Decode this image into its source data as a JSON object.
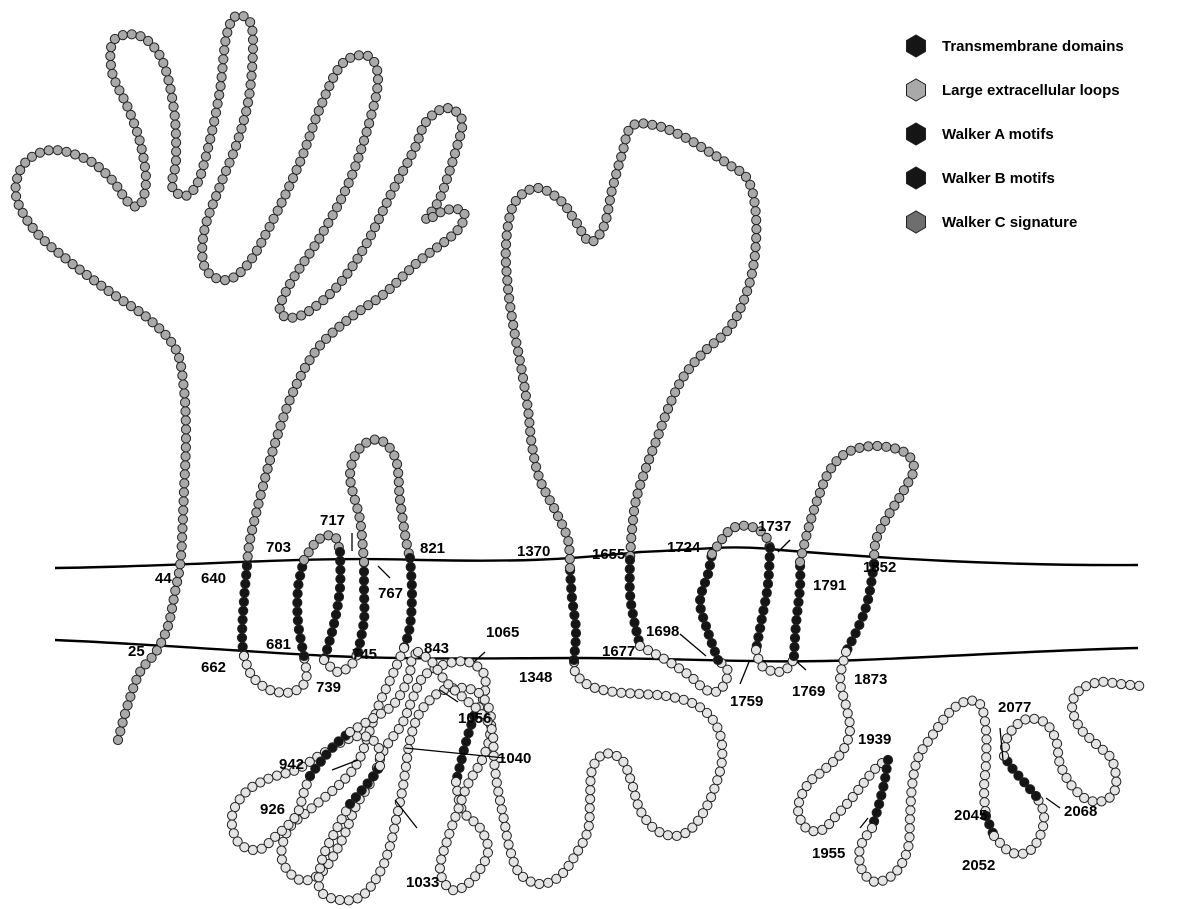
{
  "legend": [
    {
      "label": "Transmembrane domains",
      "color": "#151515",
      "icon": "hexagon-icon"
    },
    {
      "label": "Large extracellular loops",
      "color": "#a9a9a9",
      "icon": "hexagon-icon"
    },
    {
      "label": "Walker A motifs",
      "color": "#151515",
      "icon": "hexagon-icon"
    },
    {
      "label": "Walker B motifs",
      "color": "#151515",
      "icon": "hexagon-icon"
    },
    {
      "label": "Walker C signature",
      "color": "#6e6e6e",
      "icon": "hexagon-icon"
    }
  ],
  "residue_labels": [
    "25",
    "44",
    "640",
    "662",
    "681",
    "703",
    "717",
    "739",
    "745",
    "767",
    "821",
    "843",
    "926",
    "942",
    "1033",
    "1040",
    "1056",
    "1065",
    "1348",
    "1370",
    "1655",
    "1677",
    "1698",
    "1724",
    "1737",
    "1759",
    "1769",
    "1791",
    "1852",
    "1873",
    "1939",
    "1955",
    "2045",
    "2052",
    "2068",
    "2077"
  ],
  "colors": {
    "residue_fill": "#e4e4e4",
    "transmembrane": "#151515",
    "extracellular_loop": "#a9a9a9",
    "walker_c": "#6e6e6e"
  }
}
